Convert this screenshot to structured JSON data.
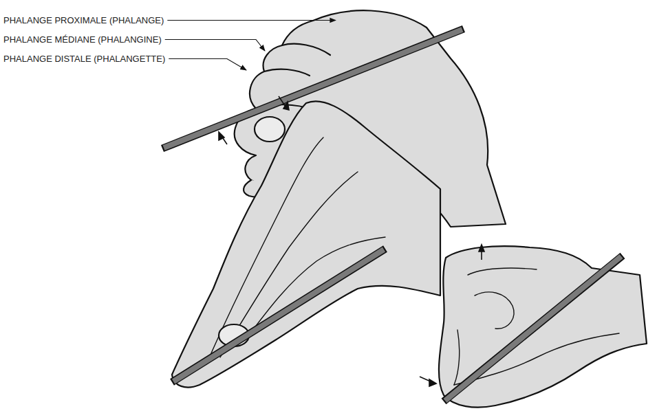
{
  "diagram": {
    "labels": [
      "PHALANGE PROXIMALE (PHALANGE)",
      "PHALANGE MÉDIANE (PHALANGINE)",
      "PHALANGE DISTALE (PHALANGETTE)"
    ]
  }
}
